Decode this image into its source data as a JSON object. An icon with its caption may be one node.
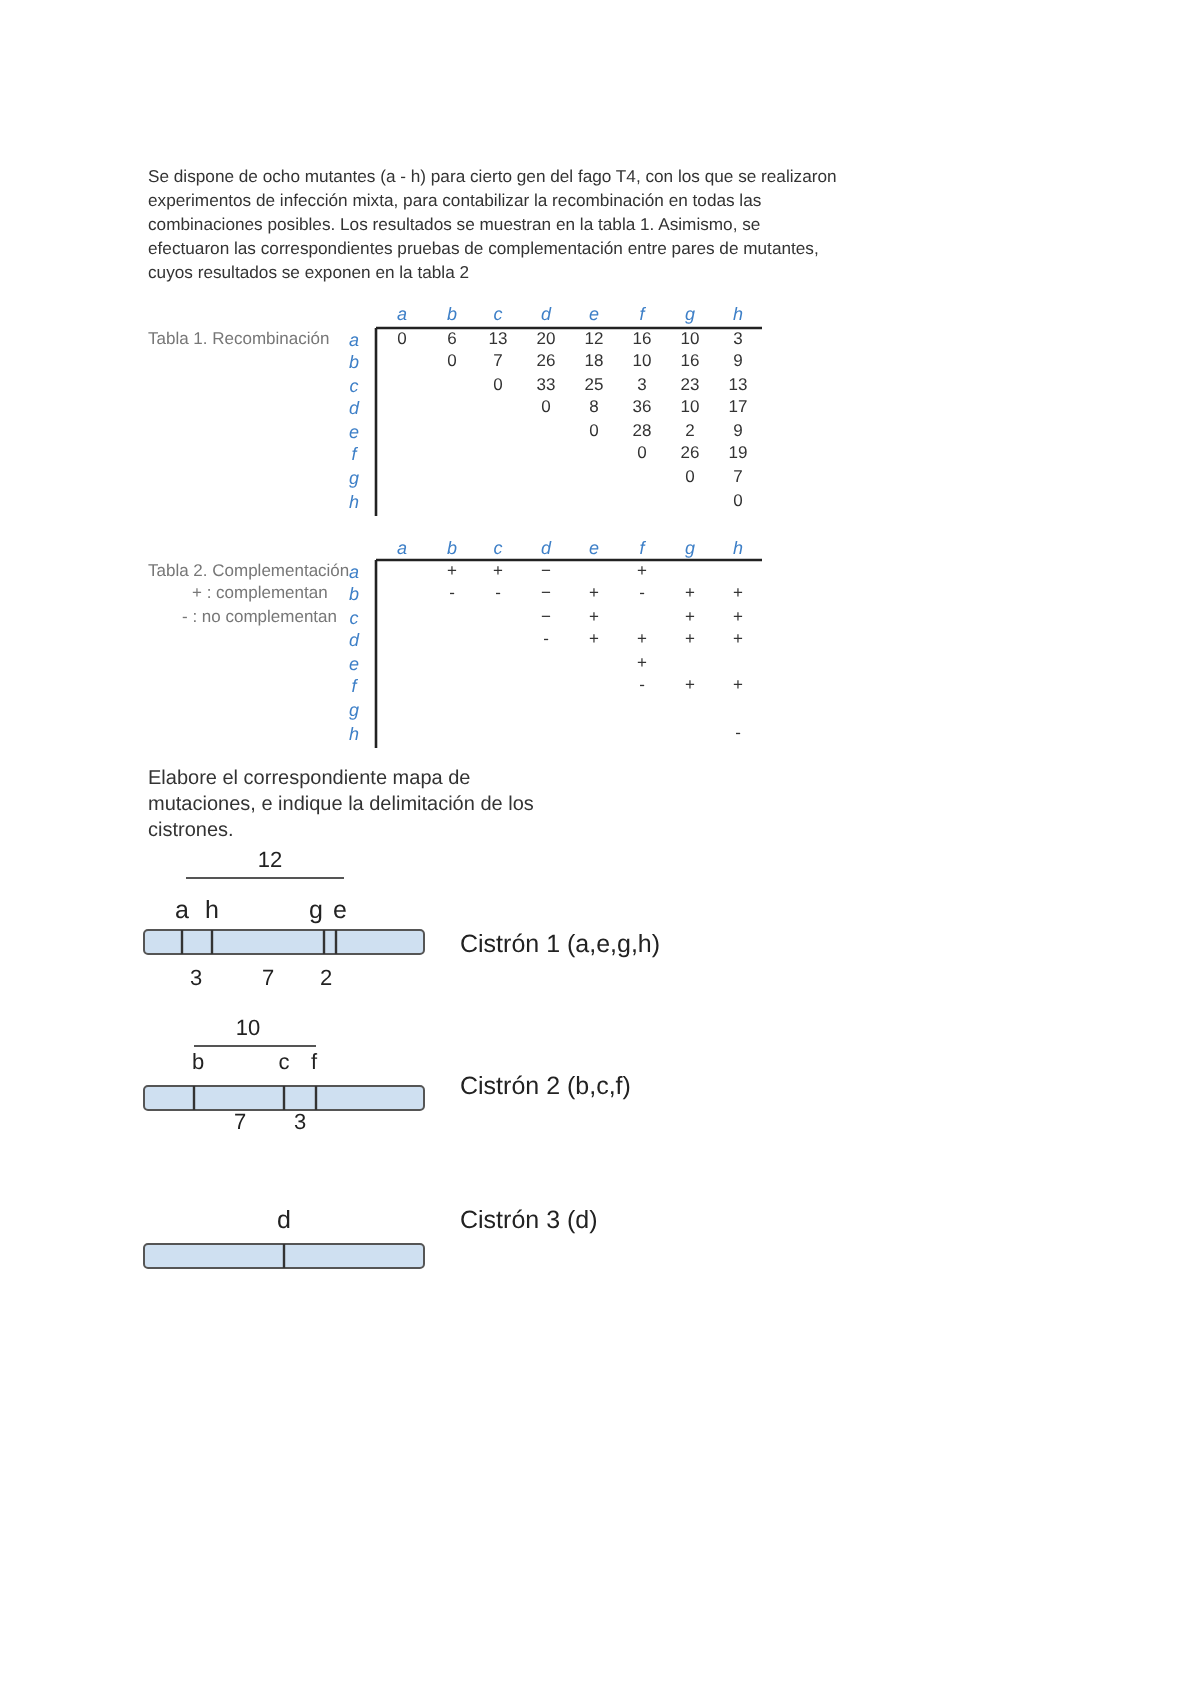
{
  "diagram": {
    "labels": [
      "Se dispone de ocho mutantes (a - h) para cierto gen del fago T4, con los que se realizaron experimentos de infección mixta, para contabilizar la recombinación en todas las combinaciones posibles. Los resultados se muestran en la tabla 1. Asimismo, se efectuaron las correspondientes pruebas de complementación entre pares de mutantes, cuyos resultados se exponen en la tabla 2",
      "Tabla 1. Recombinación",
      "a",
      "b",
      "c",
      "d",
      "e",
      "f",
      "g",
      "h",
      "a",
      "0",
      "6",
      "13",
      "20",
      "12",
      "16",
      "10",
      "3",
      "b",
      "0",
      "7",
      "26",
      "18",
      "10",
      "16",
      "9",
      "c",
      "0",
      "33",
      "25",
      "3",
      "23",
      "13",
      "d",
      "0",
      "8",
      "36",
      "10",
      "17",
      "e",
      "0",
      "28",
      "2",
      "9",
      "f",
      "0",
      "26",
      "19",
      "g",
      "0",
      "7",
      "h",
      "0",
      "a",
      "b",
      "c",
      "d",
      "e",
      "f",
      "g",
      "h",
      "Tabla 2. Complementación",
      "+ : complementan",
      "- : no complementan",
      "a",
      "+",
      "+",
      "−",
      "+",
      "b",
      "-",
      "-",
      "−",
      "+",
      "-",
      "+",
      "+",
      "c",
      "−",
      "+",
      "+",
      "+",
      "d",
      "-",
      "+",
      "+",
      "+",
      "+",
      "e",
      "+",
      "f",
      "-",
      "+",
      "+",
      "g",
      "h",
      "-",
      "Elabore el correspondiente mapa de mutaciones, e indique la delimitación de los cistrones.",
      "12",
      "a",
      "h",
      "g",
      "e",
      "Cistrón 1 (a,e,g,h)",
      "3",
      "7",
      "2",
      "10",
      "b",
      "c",
      "f",
      "Cistrón 2 (b,c,f)",
      "7",
      "3",
      "d",
      "Cistrón 3 (d)"
    ]
  }
}
